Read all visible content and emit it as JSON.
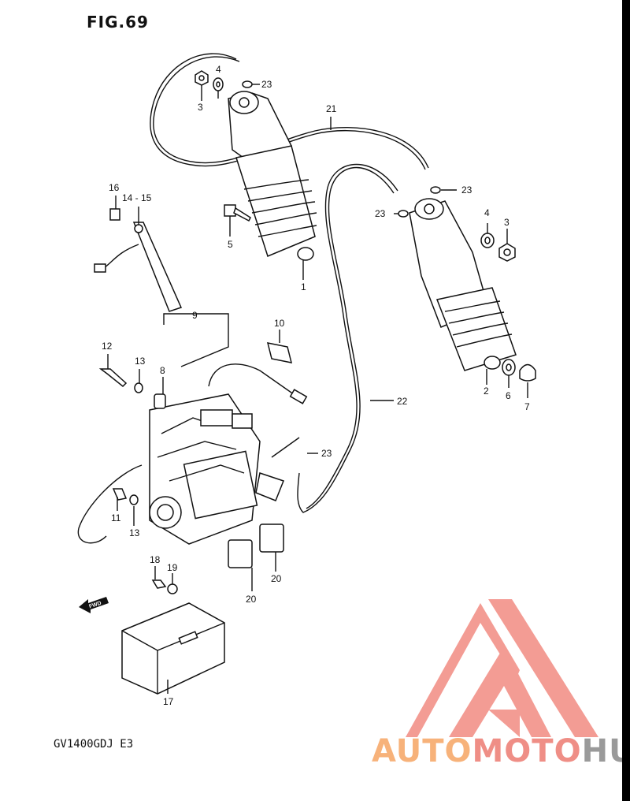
{
  "figure": {
    "title": "FIG.69",
    "model_code": "GV1400GDJ E3",
    "fwd_label": "FWD"
  },
  "callouts": {
    "c1": "1",
    "c2": "2",
    "c3a": "3",
    "c3b": "3",
    "c4a": "4",
    "c4b": "4",
    "c5": "5",
    "c6": "6",
    "c7": "7",
    "c8": "8",
    "c9": "9",
    "c10": "10",
    "c11": "11",
    "c12": "12",
    "c13a": "13",
    "c13b": "13",
    "c14_15": "14 - 15",
    "c16": "16",
    "c17": "17",
    "c18": "18",
    "c19": "19",
    "c20a": "20",
    "c20b": "20",
    "c21": "21",
    "c22": "22",
    "c23a": "23",
    "c23b": "23",
    "c23c": "23",
    "c23d": "23"
  },
  "watermark": {
    "part1": "AUTO",
    "part2": "MOTO",
    "part3": "HUB",
    "colors": {
      "auto": "#f7b27a",
      "moto": "#ef8e86",
      "hub": "#9a9a9a",
      "logo": "#f28b82"
    }
  }
}
